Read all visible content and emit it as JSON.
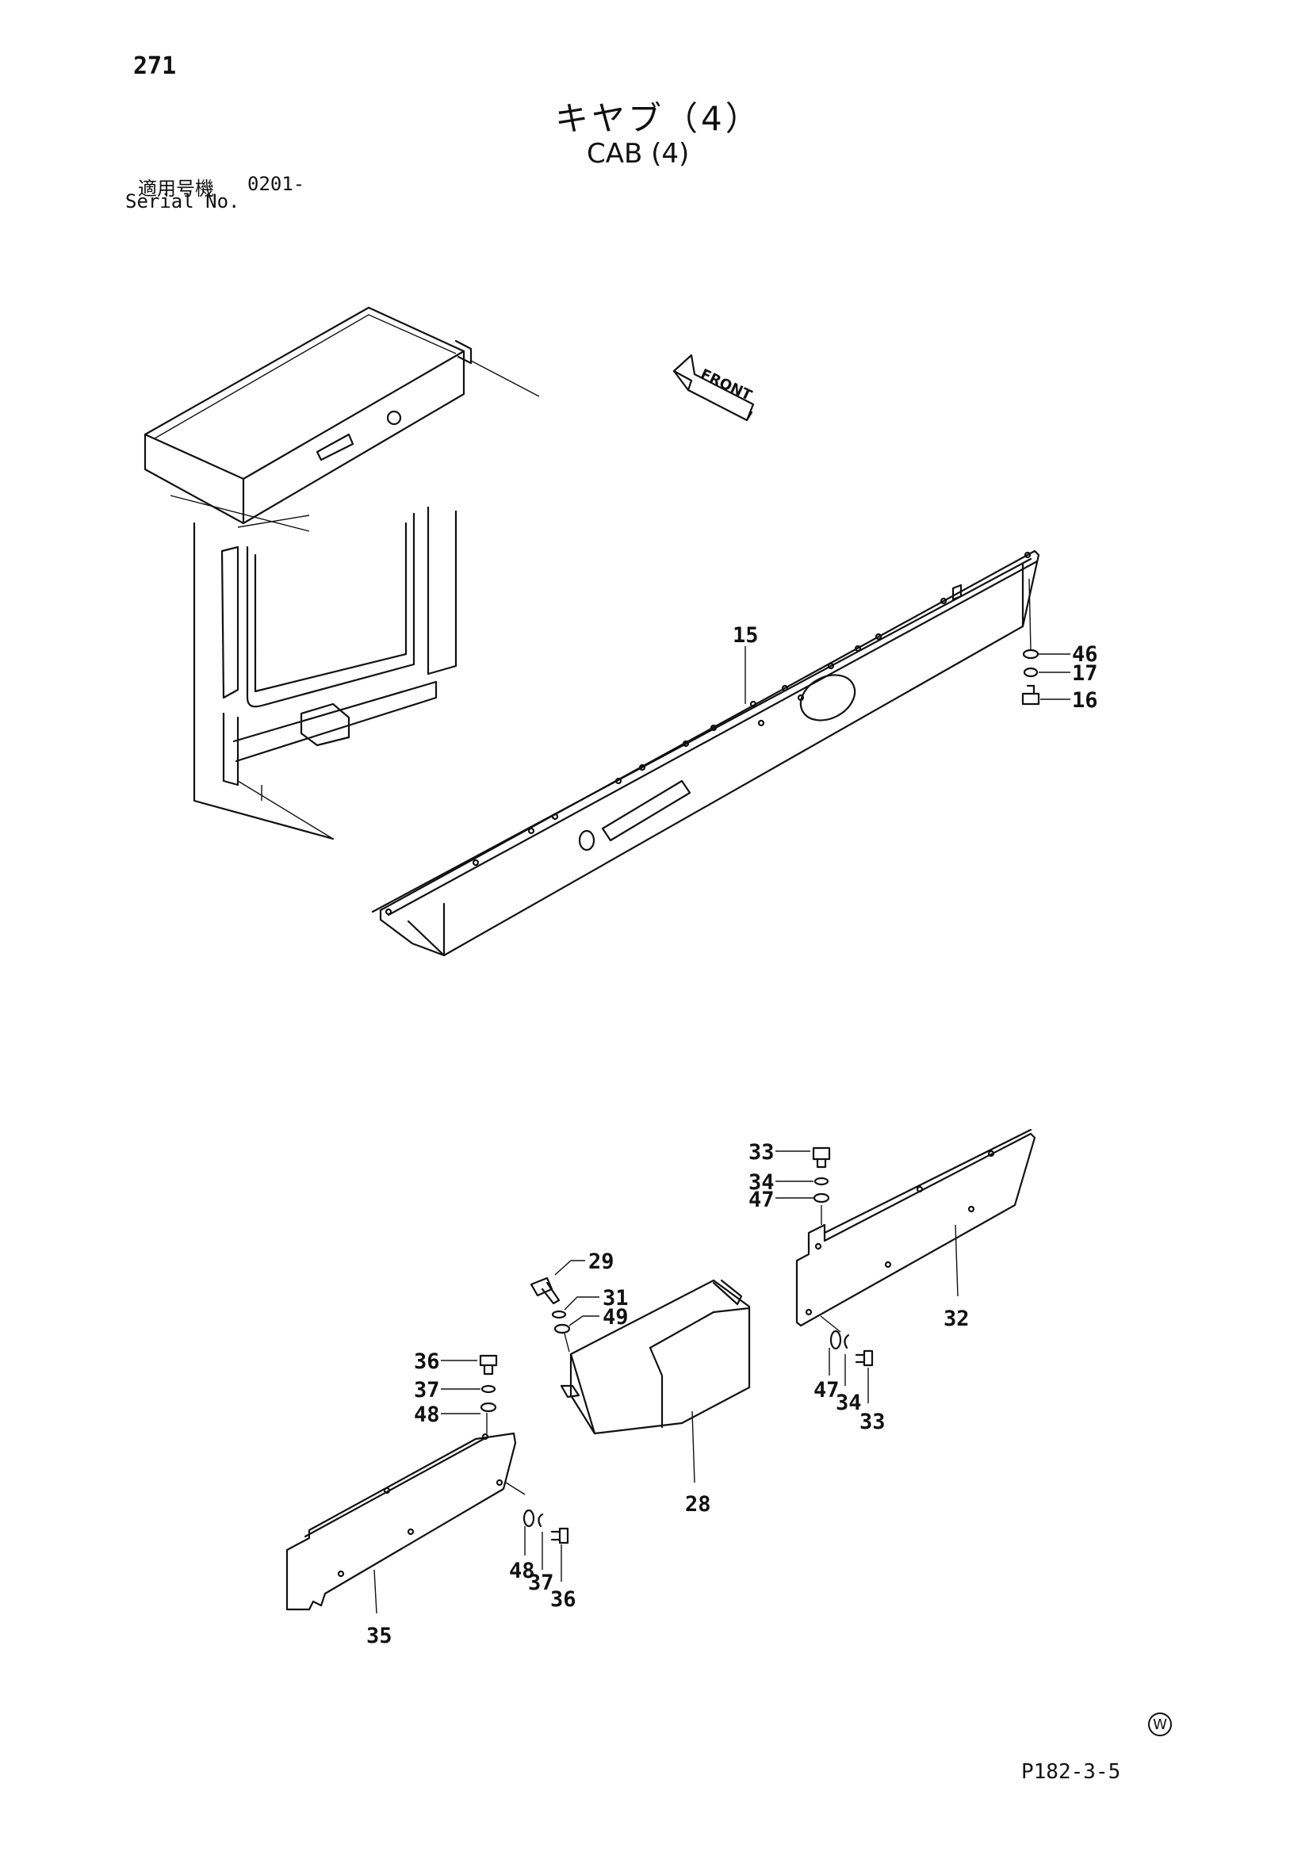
{
  "page": {
    "number": "271",
    "title_ja": "キヤブ（4）",
    "title_en": "CAB (4)",
    "serial_label_ja": "適用号機",
    "serial_value": "0201-",
    "serial_label_en": "Serial No.",
    "drawing_code": "P182-3-5",
    "maker_mark": "W"
  },
  "diagram": {
    "front_label": "FRONT",
    "callouts": {
      "c15": "15",
      "c46": "46",
      "c17": "17",
      "c16": "16",
      "c33a": "33",
      "c34a": "34",
      "c47a": "47",
      "c32": "32",
      "c47b": "47",
      "c34b": "34",
      "c33b": "33",
      "c29": "29",
      "c31": "31",
      "c49": "49",
      "c28": "28",
      "c36a": "36",
      "c37a": "37",
      "c48a": "48",
      "c35": "35",
      "c48b": "48",
      "c37b": "37",
      "c36b": "36"
    }
  }
}
